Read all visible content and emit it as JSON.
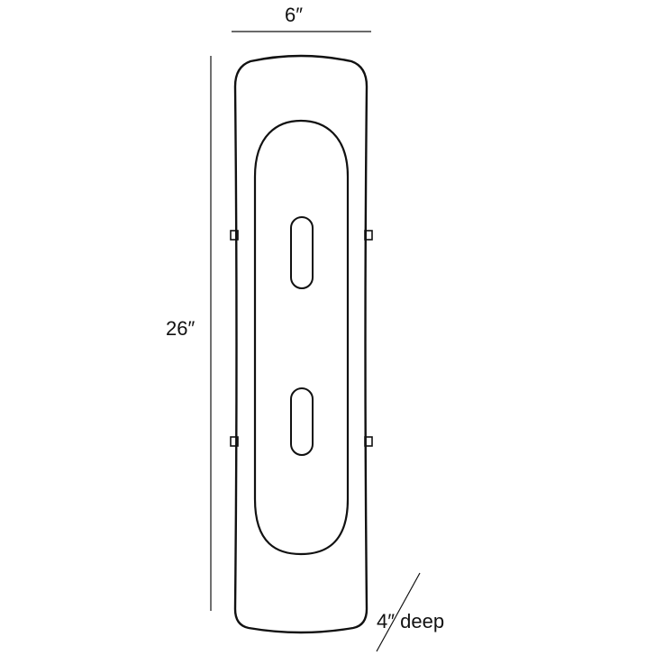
{
  "diagram": {
    "width_label": "6″",
    "height_label": "26″",
    "depth_label": "4″ deep",
    "colors": {
      "outline": "#111111",
      "background": "#ffffff"
    }
  }
}
